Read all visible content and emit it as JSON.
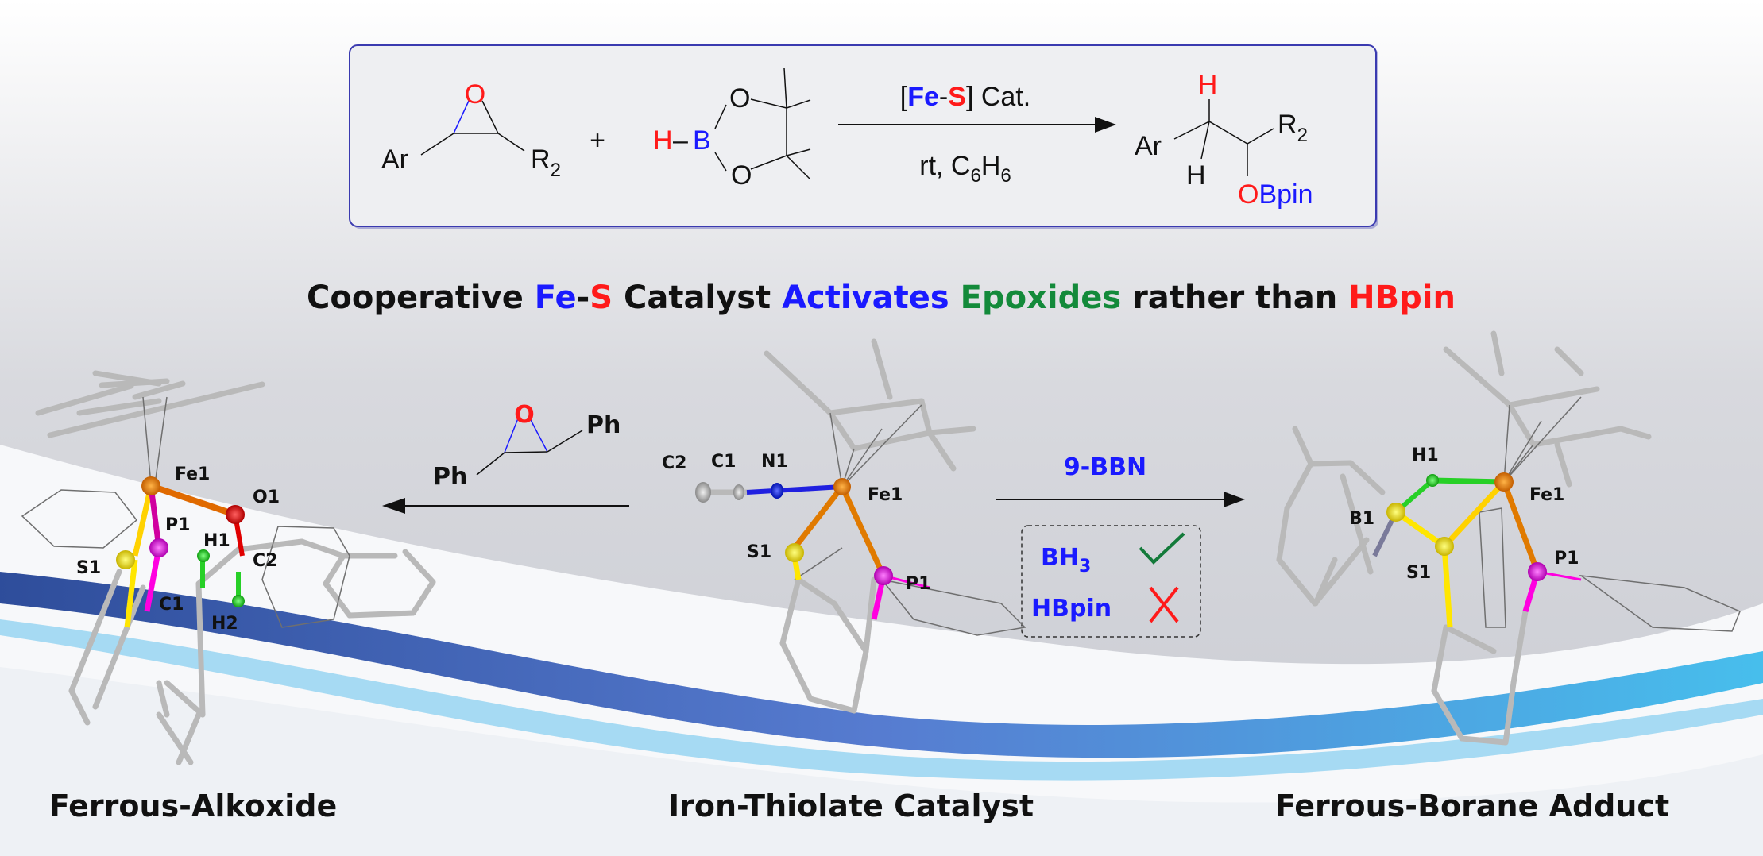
{
  "colors": {
    "fe": "#1a1aff",
    "s": "#ff1a1a",
    "activates": "#1a1aff",
    "epoxides": "#138a3a",
    "hbpin": "#ff1a1a",
    "check": "#137a3a",
    "cross": "#ff1a1a",
    "box_border": "#3a3ab0"
  },
  "scheme": {
    "reactant1": {
      "ar": "Ar",
      "o": "O",
      "r": "R",
      "r_sub": "2"
    },
    "plus": "+",
    "reactant2": {
      "h": "H",
      "dash": "–",
      "b": "B",
      "o_top": "O",
      "o_bottom": "O"
    },
    "conditions": {
      "bracket_open": "[",
      "fe": "Fe",
      "dash": "-",
      "s": "S",
      "bracket_close": "]",
      "cat": " Cat.",
      "rt": "rt, C",
      "sub6a": "6",
      "h": "H",
      "sub6b": "6"
    },
    "product": {
      "h_top": "H",
      "ar": "Ar",
      "h_bottom": "H",
      "r": "R",
      "r_sub": "2",
      "o": "O",
      "bpin": "Bpin"
    }
  },
  "headline": {
    "part1": "Cooperative ",
    "fe": "Fe",
    "dash": "-",
    "s": "S",
    "part2": " Catalyst ",
    "activates": "Activates",
    "epoxides": " Epoxides",
    "part3": " rather than ",
    "hbpin": "HBpin"
  },
  "left_arrow": {
    "o": "O",
    "ph_left": "Ph",
    "ph_right": "Ph"
  },
  "right_arrow": {
    "reagent": "9-BBN",
    "bh3": "BH",
    "bh3_sub": "3",
    "hbpin": "HBpin",
    "check_icon": "checkmark",
    "cross_icon": "cross"
  },
  "structures": {
    "left": {
      "caption": "Ferrous-Alkoxide",
      "atoms": [
        "Fe1",
        "O1",
        "P1",
        "H1",
        "C2",
        "S1",
        "C1",
        "H2"
      ]
    },
    "center": {
      "caption": "Iron-Thiolate Catalyst",
      "atoms": [
        "C2",
        "C1",
        "N1",
        "Fe1",
        "S1",
        "P1"
      ]
    },
    "right": {
      "caption": "Ferrous-Borane Adduct",
      "atoms": [
        "H1",
        "Fe1",
        "B1",
        "S1",
        "P1"
      ]
    }
  }
}
